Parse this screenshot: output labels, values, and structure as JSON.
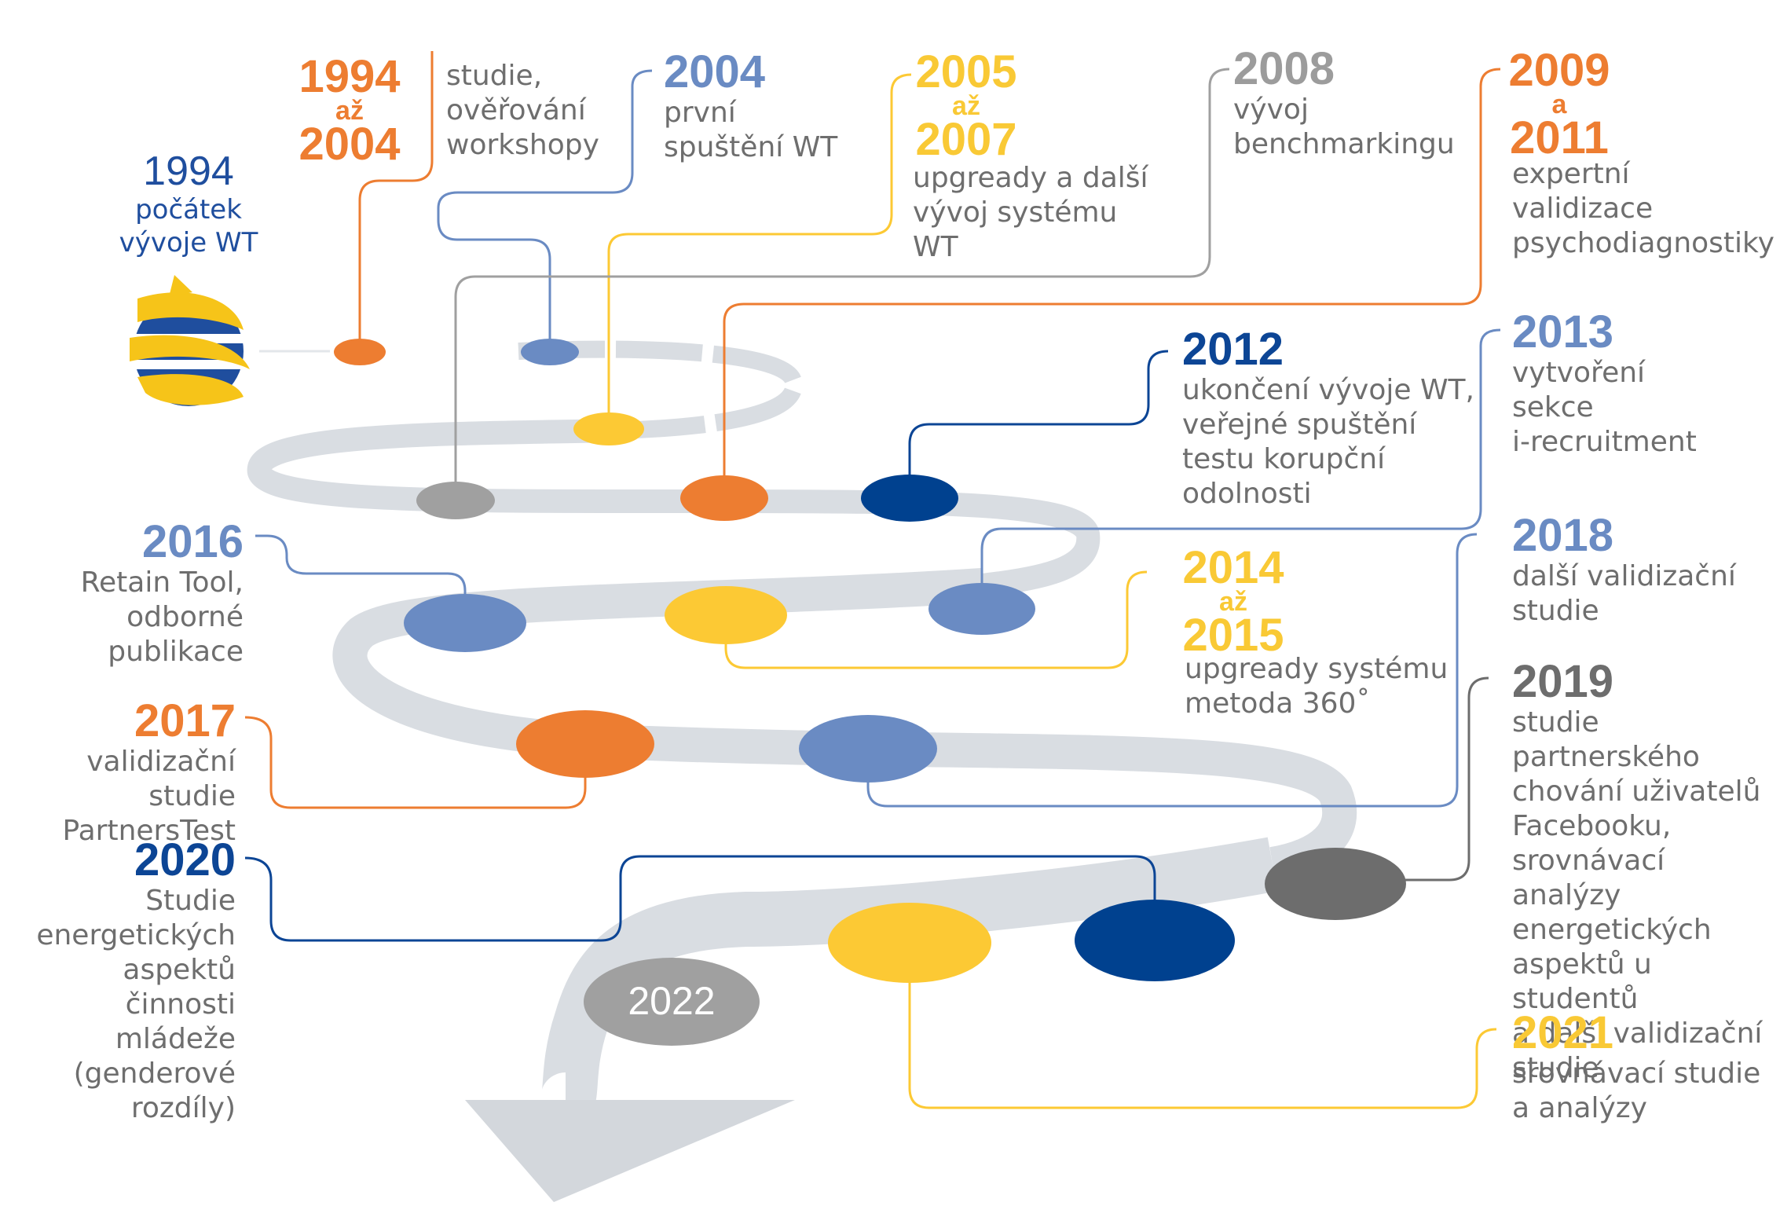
{
  "colors": {
    "orange": "#ed7d31",
    "blue": "#6a8bc3",
    "yellow": "#fcc934",
    "grey": "#a0a0a0",
    "dark_grey": "#6d6d6d",
    "navy": "#00418f",
    "road": "#d9dde2"
  },
  "start": {
    "year": "1994",
    "line1": "počátek",
    "line2": "vývoje WT",
    "icon": "spiral-logo-icon"
  },
  "end": {
    "label": "2022"
  },
  "milestones": {
    "m1994_2004": {
      "year_a": "1994",
      "connector": "až",
      "year_b": "2004",
      "lines": [
        "studie,",
        "ověřování",
        "workshopy"
      ]
    },
    "m2004": {
      "year": "2004",
      "lines": [
        "první",
        "spuštění WT"
      ]
    },
    "m2005_2007": {
      "year_a": "2005",
      "connector": "až",
      "year_b": "2007",
      "lines": [
        "upgready a další",
        "vývoj systému",
        "WT"
      ]
    },
    "m2008": {
      "year": "2008",
      "lines": [
        "vývoj",
        "benchmarkingu"
      ]
    },
    "m2009_2011": {
      "year_a": "2009",
      "connector": "a",
      "year_b": "2011",
      "lines": [
        "expertní",
        "validizace",
        "psychodiagnostiky"
      ]
    },
    "m2012": {
      "year": "2012",
      "lines": [
        "ukončení vývoje WT,",
        "veřejné spuštění",
        "testu korupční",
        "odolnosti"
      ]
    },
    "m2013": {
      "year": "2013",
      "lines": [
        "vytvoření",
        "sekce",
        "i-recruitment"
      ]
    },
    "m2014_2015": {
      "year_a": "2014",
      "connector": "až",
      "year_b": "2015",
      "lines": [
        "upgready systému",
        "metoda 360˚"
      ]
    },
    "m2016": {
      "year": "2016",
      "lines": [
        "Retain Tool,",
        "odborné",
        "publikace"
      ]
    },
    "m2017": {
      "year": "2017",
      "lines": [
        "validizační studie",
        "PartnersTest"
      ]
    },
    "m2018": {
      "year": "2018",
      "lines": [
        "další validizační",
        "studie"
      ]
    },
    "m2019": {
      "year": "2019",
      "lines": [
        "studie partnerského",
        "chování uživatelů",
        "Facebooku,",
        "srovnávací analýzy",
        "energetických",
        "aspektů u studentů",
        "a další validizační",
        "studie"
      ]
    },
    "m2020": {
      "year": "2020",
      "lines": [
        "Studie",
        "energetických",
        "aspektů",
        "činnosti mládeže",
        "(genderové",
        "rozdíly)"
      ]
    },
    "m2021": {
      "year": "2021",
      "lines": [
        "srovnávací studie",
        "a analýzy"
      ]
    }
  }
}
